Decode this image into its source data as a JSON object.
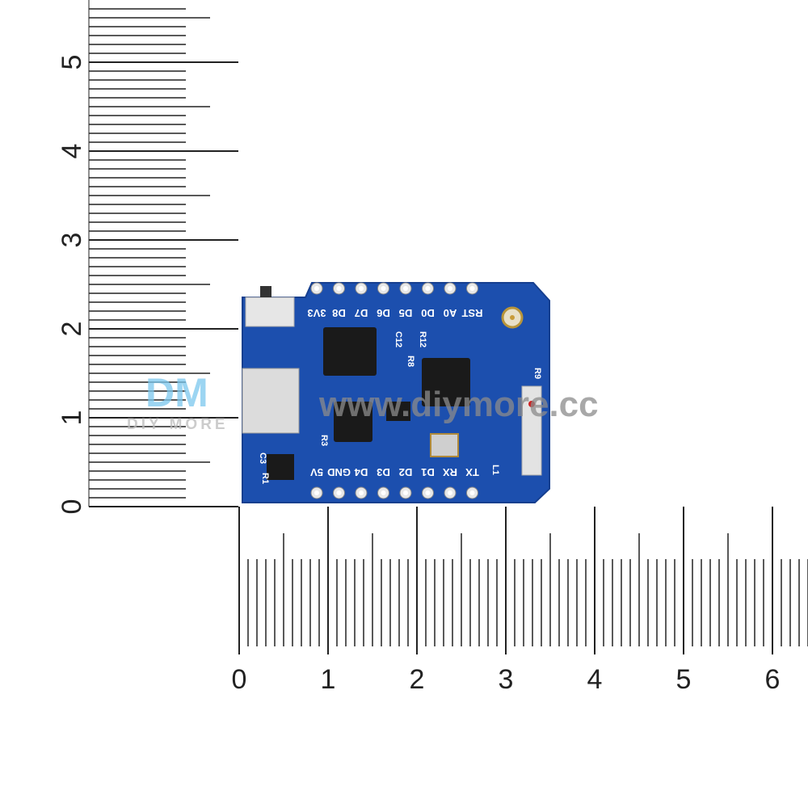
{
  "rulers": {
    "vertical_labels": [
      "0",
      "1",
      "2",
      "3",
      "4",
      "5"
    ],
    "horizontal_labels": [
      "0",
      "1",
      "2",
      "3",
      "4",
      "5",
      "6"
    ],
    "minor_divisions_per_unit": 10
  },
  "board": {
    "top_pins": [
      "3V3",
      "D8",
      "D7",
      "D6",
      "D5",
      "D0",
      "A0",
      "RST"
    ],
    "bottom_pins": [
      "5V",
      "GND",
      "D4",
      "D3",
      "D2",
      "D1",
      "RX",
      "TX"
    ],
    "component_labels": [
      "R8",
      "R3",
      "C12",
      "R12",
      "R9",
      "R1",
      "C3",
      "L1"
    ],
    "color": "#1c4fae"
  },
  "watermark": {
    "logo": "DM",
    "brand": "DIY MORE",
    "url": "www.diymore.cc"
  }
}
